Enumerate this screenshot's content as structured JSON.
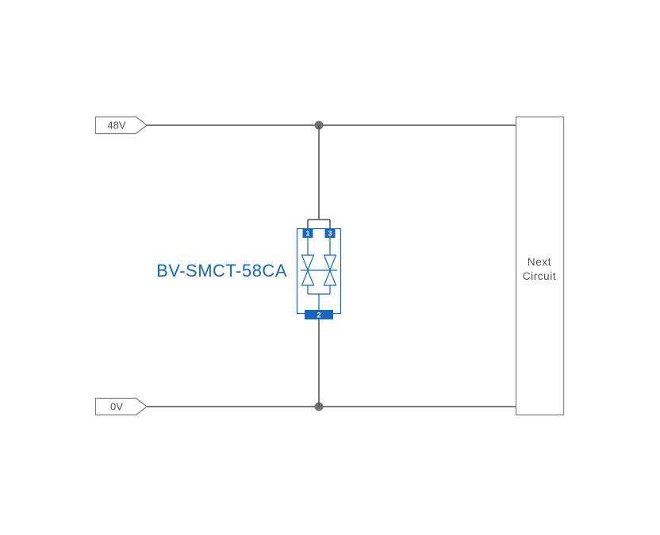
{
  "diagram": {
    "labels": {
      "top_rail": "48V",
      "bottom_rail": "0V",
      "component": "BV-SMCT-58CA",
      "next_circuit_line1": "Next",
      "next_circuit_line2": "Circuit",
      "pin1": "1",
      "pin3": "3",
      "pin2": "2"
    },
    "colors": {
      "wire": "#4c4d4f",
      "junction": "#707175",
      "component_blue": "#1568c2",
      "tag_border": "#7d7e81",
      "box_border": "#8e8f92",
      "text_gray": "#515256"
    }
  }
}
